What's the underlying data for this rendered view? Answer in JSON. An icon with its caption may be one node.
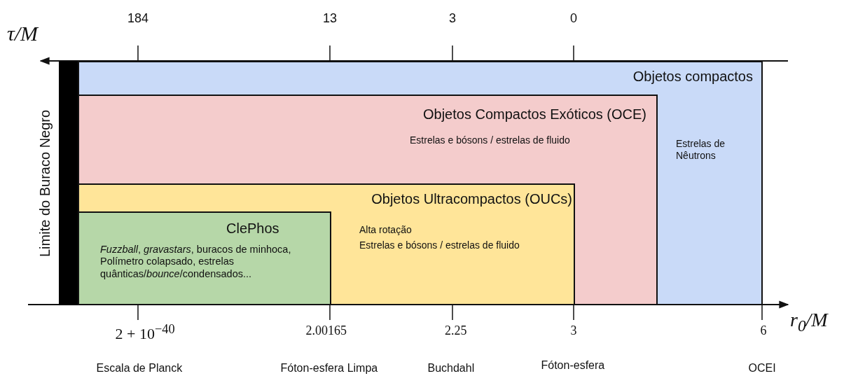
{
  "diagram": {
    "nodes": [
      {
        "text": [
          "Objetos compactos",
          "Estrelas de Nêutrons"
        ]
      },
      {
        "text": [
          "Objetos Compactos Exóticos (OCE)",
          "Estrelas e bósons / estrelas de fluido"
        ],
        "in": 0
      },
      {
        "text": [
          "Objetos Ultracompactos (OUCs)",
          "Alta rotação",
          "Estrelas e bósons  / estrelas de fluido"
        ],
        "in": 1
      },
      {
        "text": [
          "ClePhos",
          "*Fuzzball*, *gravastars*, buracos de minhoca, Polímetro colapsado, estrelas quânticas/*bounce*/condensados..."
        ],
        "in": 2
      },
      {
        "text": [
          "Limite do Buraco Negro"
        ]
      }
    ],
    "edges": [],
    "labels": [
      "τ/M",
      "184",
      "13",
      "3",
      "0",
      "r$_{0}$/M",
      "2 + 10$^{−40}$",
      "2.00165",
      "2.25",
      "3",
      "6",
      "Escala de Planck",
      "Fóton-esfera Limpa",
      "Buchdahl",
      "Fóton-esfera",
      "OCEI"
    ]
  }
}
